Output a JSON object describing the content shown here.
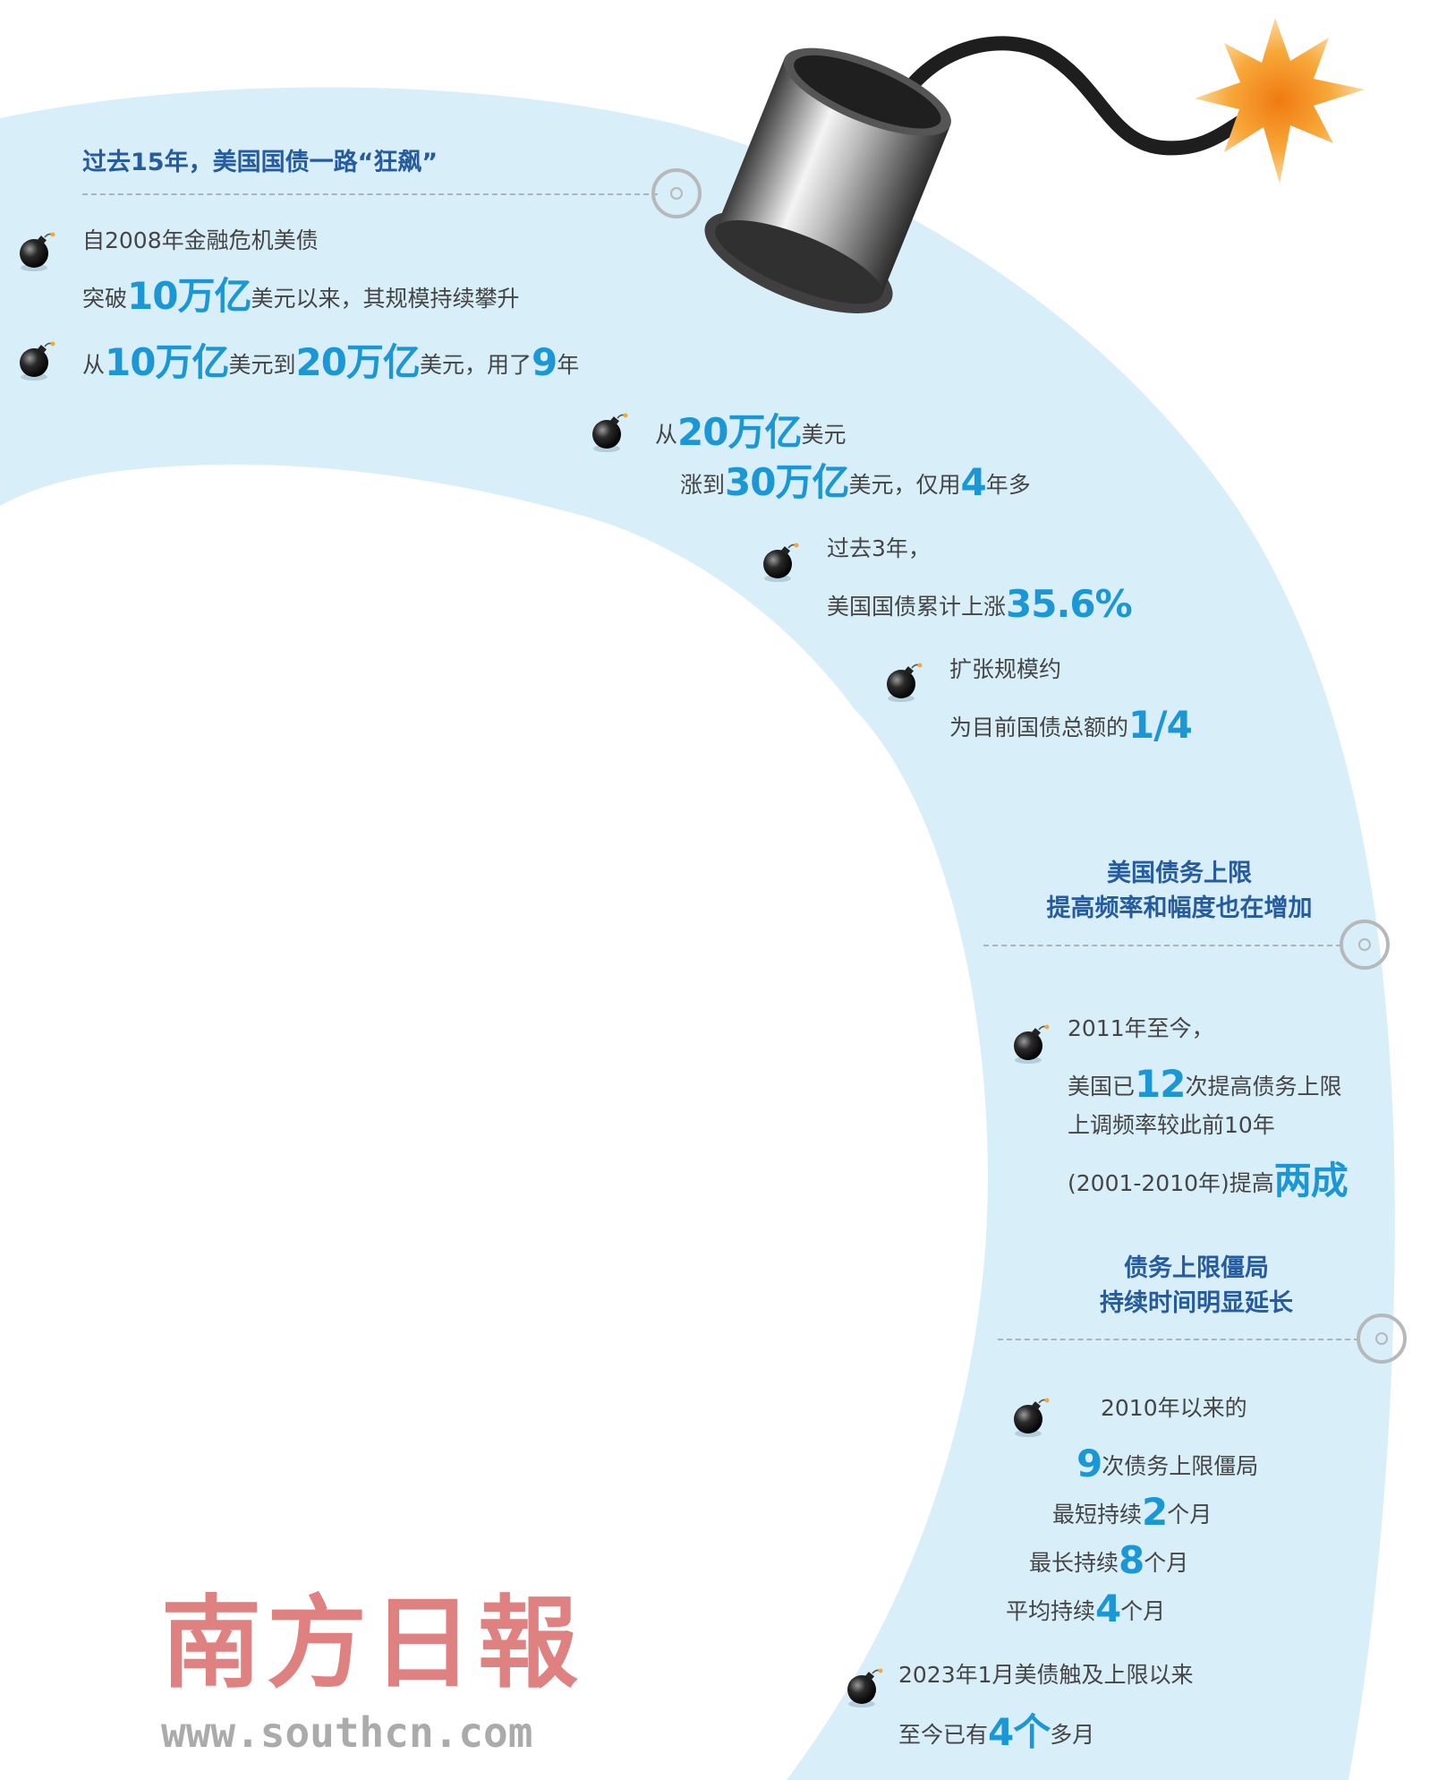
{
  "colors": {
    "band": "#d8eef9",
    "highlight": "#1b97d5",
    "title": "#265b9d",
    "text": "#454545",
    "watermark": "#d25050"
  },
  "sections": [
    {
      "title_lines": [
        "过去15年，美国国债一路“狂飙”"
      ]
    },
    {
      "title_lines": [
        "美国债务上限",
        "提高频率和幅度也在增加"
      ]
    },
    {
      "title_lines": [
        "债务上限僵局",
        "持续时间明显延长"
      ]
    }
  ],
  "items": [
    {
      "lines": [
        [
          {
            "t": "自2008年金融危机美债"
          }
        ],
        [
          {
            "t": "突破"
          },
          {
            "t": "10万亿",
            "hl": true
          },
          {
            "t": "美元以来，其规模持续攀升"
          }
        ]
      ]
    },
    {
      "lines": [
        [
          {
            "t": "从"
          },
          {
            "t": "10万亿",
            "hl": true
          },
          {
            "t": "美元到"
          },
          {
            "t": "20万亿",
            "hl": true
          },
          {
            "t": "美元，用了"
          },
          {
            "t": "9",
            "hl": true
          },
          {
            "t": "年"
          }
        ]
      ]
    },
    {
      "lines": [
        [
          {
            "t": "从"
          },
          {
            "t": "20万亿",
            "hl": true
          },
          {
            "t": "美元"
          }
        ],
        [
          {
            "t": "涨到"
          },
          {
            "t": "30万亿",
            "hl": true
          },
          {
            "t": "美元，仅用"
          },
          {
            "t": "4",
            "hl": true
          },
          {
            "t": "年多"
          }
        ]
      ]
    },
    {
      "lines": [
        [
          {
            "t": "过去3年，"
          }
        ],
        [
          {
            "t": "美国国债累计上涨"
          },
          {
            "t": "35.6%",
            "hl": true
          }
        ]
      ]
    },
    {
      "lines": [
        [
          {
            "t": "扩张规模约"
          }
        ],
        [
          {
            "t": "为目前国债总额的"
          },
          {
            "t": "1/4",
            "hl": true
          }
        ]
      ]
    },
    {
      "lines": [
        [
          {
            "t": "2011年至今，"
          }
        ],
        [
          {
            "t": "美国已"
          },
          {
            "t": "12",
            "hl": true
          },
          {
            "t": "次提高债务上限"
          }
        ],
        [
          {
            "t": "上调频率较此前10年"
          }
        ],
        [
          {
            "t": "(2001-2010年)提高"
          },
          {
            "t": "两成",
            "hl": true
          }
        ]
      ]
    },
    {
      "lines": [
        [
          {
            "t": "2010年以来的"
          }
        ],
        [
          {
            "t": "9",
            "hl": true
          },
          {
            "t": "次债务上限僵局"
          }
        ],
        [
          {
            "t": "最短持续"
          },
          {
            "t": "2",
            "hl": true
          },
          {
            "t": "个月"
          }
        ],
        [
          {
            "t": "最长持续"
          },
          {
            "t": "8",
            "hl": true
          },
          {
            "t": "个月"
          }
        ],
        [
          {
            "t": "平均持续"
          },
          {
            "t": "4",
            "hl": true
          },
          {
            "t": "个月"
          }
        ]
      ]
    },
    {
      "lines": [
        [
          {
            "t": "2023年1月美债触及上限以来"
          }
        ],
        [
          {
            "t": "至今已有"
          },
          {
            "t": "4个",
            "hl": true
          },
          {
            "t": "多月"
          }
        ]
      ]
    }
  ],
  "watermark": {
    "name": "南方日報",
    "url": "www.southcn.com"
  }
}
